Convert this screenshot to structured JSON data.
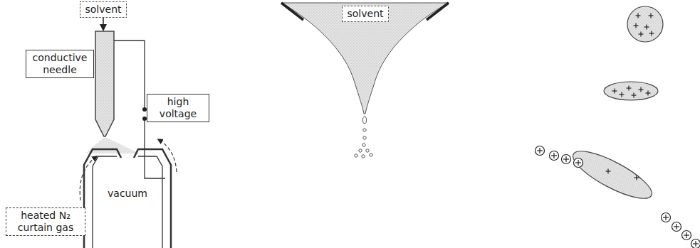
{
  "diagram": {
    "nodes": [
      {
        "text": [
          "solvent"
        ]
      },
      {
        "text": [
          "conductive needle"
        ]
      },
      {
        "text": [
          "high voltage"
        ]
      },
      {
        "text": [
          "heated N₂ curtain gas"
        ]
      },
      {
        "text": [
          "solvent"
        ]
      }
    ],
    "labels": [
      "vacuum"
    ]
  }
}
